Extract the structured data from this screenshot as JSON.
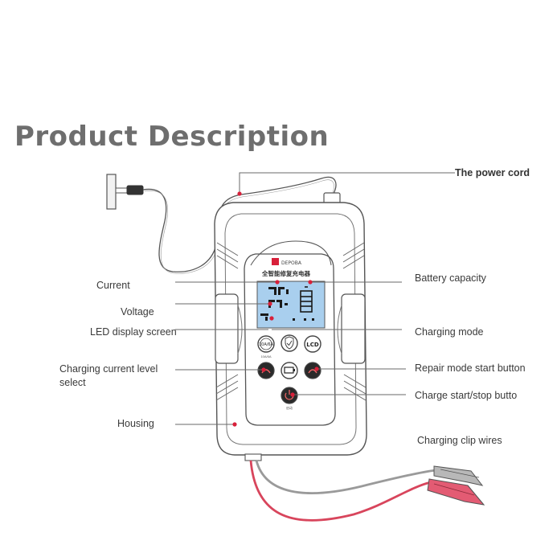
{
  "title": "Product Description",
  "brand_logo_text": "DEPOBA",
  "screen_text": "全智能修复充电器",
  "button_captions": {
    "amp": "10A/6A",
    "shield": "",
    "lcd": "",
    "left": "",
    "middle": "",
    "right": "",
    "power": "启动"
  },
  "labels": {
    "power_cord": "The power cord",
    "battery_capacity": "Battery capacity",
    "current": "Current",
    "voltage": "Voltage",
    "led_display": "LED display screen",
    "charging_mode": "Charging mode",
    "charging_current_line1": "Charging current level",
    "charging_current_line2": "select",
    "repair_mode": "Repair mode start button",
    "charge_start_stop": "Charge start/stop butto",
    "housing": "Housing",
    "charging_clip": "Charging clip wires"
  },
  "button_icon_labels": {
    "amp": "10A/6A",
    "lcd": "LCD"
  },
  "colors": {
    "title": "#6e6e6e",
    "leader_line": "#6a6a6a",
    "marker_dot": "#d8203a",
    "lcd_screen": "#a9cfee",
    "red_wire": "#d8455c",
    "grey_wire": "#9a9a9a",
    "clip_red": "#e35b73",
    "outline": "#555555"
  }
}
